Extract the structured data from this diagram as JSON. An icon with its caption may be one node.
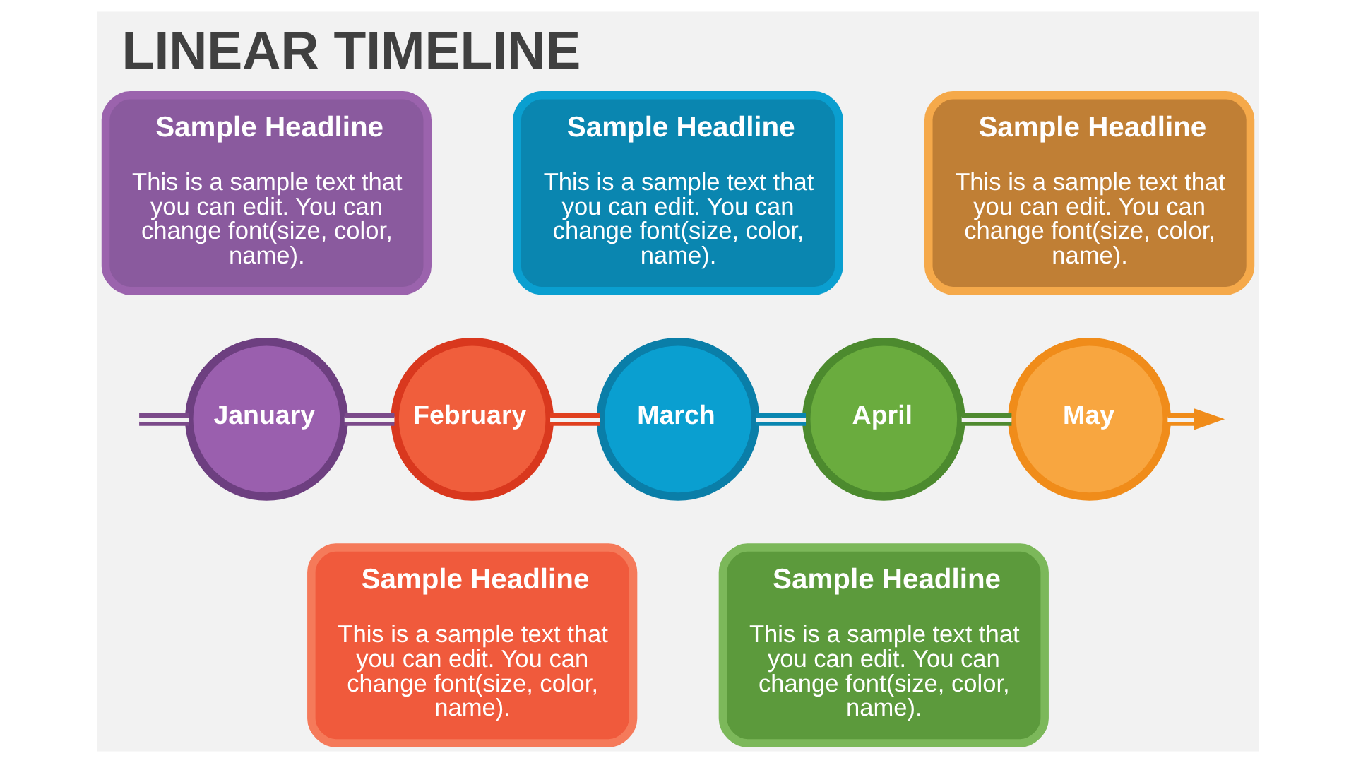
{
  "diagram": {
    "title": "LINEAR TIMELINE",
    "nodes": [
      {
        "text": [
          "Sample Headline",
          "This is a sample text that you can edit. You can change font(size, color, name)."
        ]
      },
      {
        "text": [
          "Sample Headline",
          "This is a sample text that you can edit. You can change font(size, color, name)."
        ]
      },
      {
        "text": [
          "Sample Headline",
          "This is a sample text that you can edit. You can change font(size, color, name)."
        ]
      },
      {
        "text": [
          "January"
        ]
      },
      {
        "text": [
          "February"
        ]
      },
      {
        "text": [
          "March"
        ]
      },
      {
        "text": [
          "April"
        ]
      },
      {
        "text": [
          "May"
        ]
      },
      {
        "text": [
          "Sample Headline",
          "This is a sample text that you can edit. You can change font(size, color, name)."
        ]
      },
      {
        "text": [
          "Sample Headline",
          "This is a sample text that you can edit. You can change font(size, color, name)."
        ]
      }
    ],
    "edges": [
      {
        "from": null,
        "to": 3,
        "arrow": "none",
        "color": "#7b4a8a"
      },
      {
        "from": 3,
        "to": 4,
        "arrow": "none",
        "color": "#7b4a8a"
      },
      {
        "from": 4,
        "to": 5,
        "arrow": "none",
        "color": "#e0401f"
      },
      {
        "from": 5,
        "to": 6,
        "arrow": "none",
        "color": "#0a86b0"
      },
      {
        "from": 6,
        "to": 7,
        "arrow": "none",
        "color": "#4f8a30"
      },
      {
        "from": 7,
        "to": null,
        "arrow": "to",
        "color": "#f08c1a"
      }
    ]
  }
}
